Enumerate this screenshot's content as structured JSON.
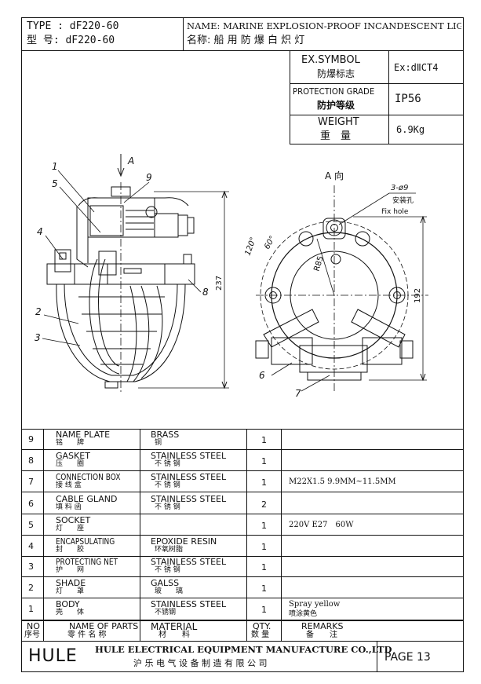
{
  "header": {
    "type_label_en": "TYPE : dF220-60",
    "type_label_cn": "型 号: dF220-60",
    "name_en": "NAME: MARINE EXPLOSION-PROOF INCANDESCENT LIGHT",
    "name_cn": "名称: 船 用 防 爆 白 炽 灯"
  },
  "specs": [
    {
      "label_en": "EX.SYMBOL",
      "label_cn": "防爆标志",
      "value": "Ex:dⅡCT4"
    },
    {
      "label_en": "PROTECTION GRADE",
      "label_cn": "防护等级",
      "value": "IP56"
    },
    {
      "label_en": "WEIGHT",
      "label_cn": "重　量",
      "value": "6.9Kg"
    }
  ],
  "drawing": {
    "view_arrow": "A",
    "view_title": "A 向",
    "callouts": [
      "1",
      "5",
      "9",
      "4",
      "8",
      "2",
      "3",
      "6",
      "7"
    ],
    "dim_height": "237",
    "dim_side": "192",
    "dim_radius": "R85",
    "angle_120": "120°",
    "angle_60": "60°",
    "hole_spec": "3-ø9",
    "hole_cn": "安装孔",
    "hole_en": "Fix hole"
  },
  "parts": [
    {
      "no": "9",
      "name_en": "NAME PLATE",
      "name_cn": "铭　　牌",
      "mat_en": "BRASS",
      "mat_cn": "铜",
      "qty": "1",
      "remark": ""
    },
    {
      "no": "8",
      "name_en": "GASKET",
      "name_cn": "压　　圈",
      "mat_en": "STAINLESS STEEL",
      "mat_cn": "不 锈 钢",
      "qty": "1",
      "remark": ""
    },
    {
      "no": "7",
      "name_en": "CONNECTION BOX",
      "name_cn": "接 线 盒",
      "mat_en": "STAINLESS STEEL",
      "mat_cn": "不 锈 钢",
      "qty": "1",
      "remark": "M22X1.5 9.9MM~11.5MM"
    },
    {
      "no": "6",
      "name_en": "CABLE GLAND",
      "name_cn": "填 料 函",
      "mat_en": "STAINLESS STEEL",
      "mat_cn": "不 锈 钢",
      "qty": "2",
      "remark": ""
    },
    {
      "no": "5",
      "name_en": "SOCKET",
      "name_cn": "灯　　座",
      "mat_en": "",
      "mat_cn": "",
      "qty": "1",
      "remark": "220V E27　60W"
    },
    {
      "no": "4",
      "name_en": "ENCAPSULATING",
      "name_cn": "封　　胶",
      "mat_en": "EPOXIDE RESIN",
      "mat_cn": "环氧树脂",
      "qty": "1",
      "remark": ""
    },
    {
      "no": "3",
      "name_en": "PROTECTING NET",
      "name_cn": "护　　网",
      "mat_en": "STAINLESS STEEL",
      "mat_cn": "不 锈 钢",
      "qty": "1",
      "remark": ""
    },
    {
      "no": "2",
      "name_en": "SHADE",
      "name_cn": "灯　　罩",
      "mat_en": "GALSS",
      "mat_cn": "玻　　璃",
      "qty": "1",
      "remark": ""
    },
    {
      "no": "1",
      "name_en": "BODY",
      "name_cn": "壳　　体",
      "mat_en": "STAINLESS STEEL",
      "mat_cn": "不锈钢",
      "qty": "1",
      "remark": "Spray yellow",
      "remark2": "喷涂黄色"
    }
  ],
  "table_header": {
    "no_en": "NO",
    "no_cn": "序号",
    "name_en": "NAME OF PARTS",
    "name_cn": "零 件 名 称",
    "mat_en": "MATERIAL",
    "mat_cn": "材　　料",
    "qty_en": "QTY.",
    "qty_cn": "数 量",
    "remarks_en": "REMARKS",
    "remarks_cn": "备　　注"
  },
  "footer": {
    "logo": "HULE",
    "company_en": "HULE ELECTRICAL EQUIPMENT MANUFACTURE CO.,LTD",
    "company_cn": "沪 乐 电 气 设 备 制 造 有 限 公 司",
    "page": "PAGE 13"
  }
}
